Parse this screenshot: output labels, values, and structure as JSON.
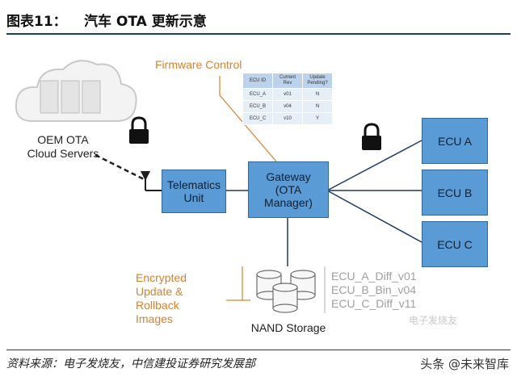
{
  "header": {
    "figure_number": "图表11：",
    "title": "汽车 OTA 更新示意"
  },
  "diagram": {
    "cloud_label": "OEM OTA\nCloud Servers",
    "telematics_label": "Telematics\nUnit",
    "gateway_label": "Gateway\n(OTA\nManager)",
    "ecus": [
      "ECU A",
      "ECU B",
      "ECU C"
    ],
    "firmware_control_label": "Firmware Control",
    "firmware_table": {
      "headers": [
        "ECU ID",
        "Current Rev",
        "Update Pending?"
      ],
      "rows": [
        [
          "ECU_A",
          "v01",
          "N"
        ],
        [
          "ECU_B",
          "v04",
          "N"
        ],
        [
          "ECU_C",
          "v10",
          "Y"
        ]
      ]
    },
    "encrypted_label": "Encrypted\nUpdate &\nRollback\nImages",
    "storage_label": "NAND Storage",
    "storage_files": [
      "ECU_A_Diff_v01",
      "ECU_B_Bin_v04",
      "ECU_C_Diff_v11"
    ],
    "image_watermark": "电子发烧友"
  },
  "footer": {
    "source": "资料来源：电子发烧友，中信建投证券研究发展部",
    "watermark": "头条 @未来智库"
  },
  "colors": {
    "box_fill": "#5b9bd5",
    "orange": "#d9802b",
    "rule": "#1d3d6e",
    "line": "#1f3b63"
  }
}
